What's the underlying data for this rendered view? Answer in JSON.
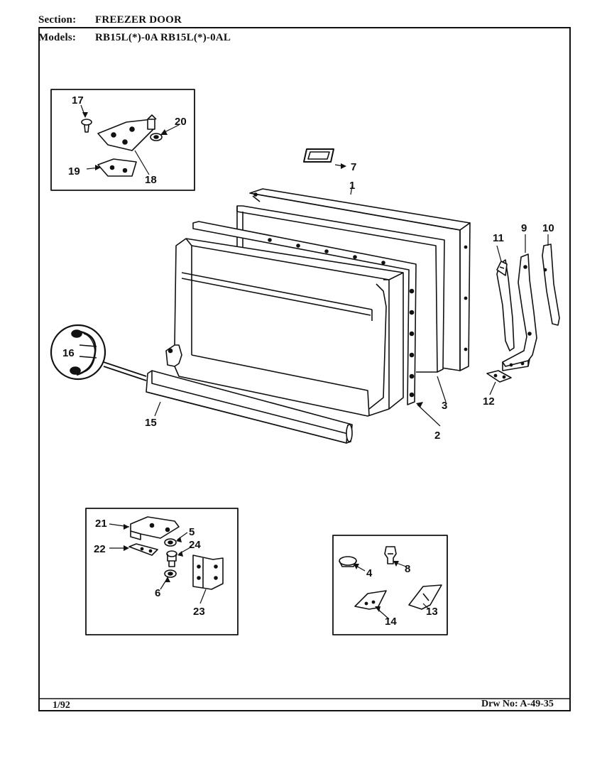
{
  "header": {
    "section_label": "Section:",
    "section_value": "FREEZER DOOR",
    "models_label": "Models:",
    "models_value": "RB15L(*)-0A RB15L(*)-0AL"
  },
  "footer": {
    "date": "1/92",
    "drawing_no": "Drw No: A-49-35"
  },
  "part_labels": [
    "1",
    "2",
    "3",
    "4",
    "5",
    "6",
    "7",
    "8",
    "9",
    "10",
    "11",
    "12",
    "13",
    "14",
    "15",
    "16",
    "17",
    "18",
    "19",
    "20",
    "21",
    "22",
    "23",
    "24"
  ]
}
